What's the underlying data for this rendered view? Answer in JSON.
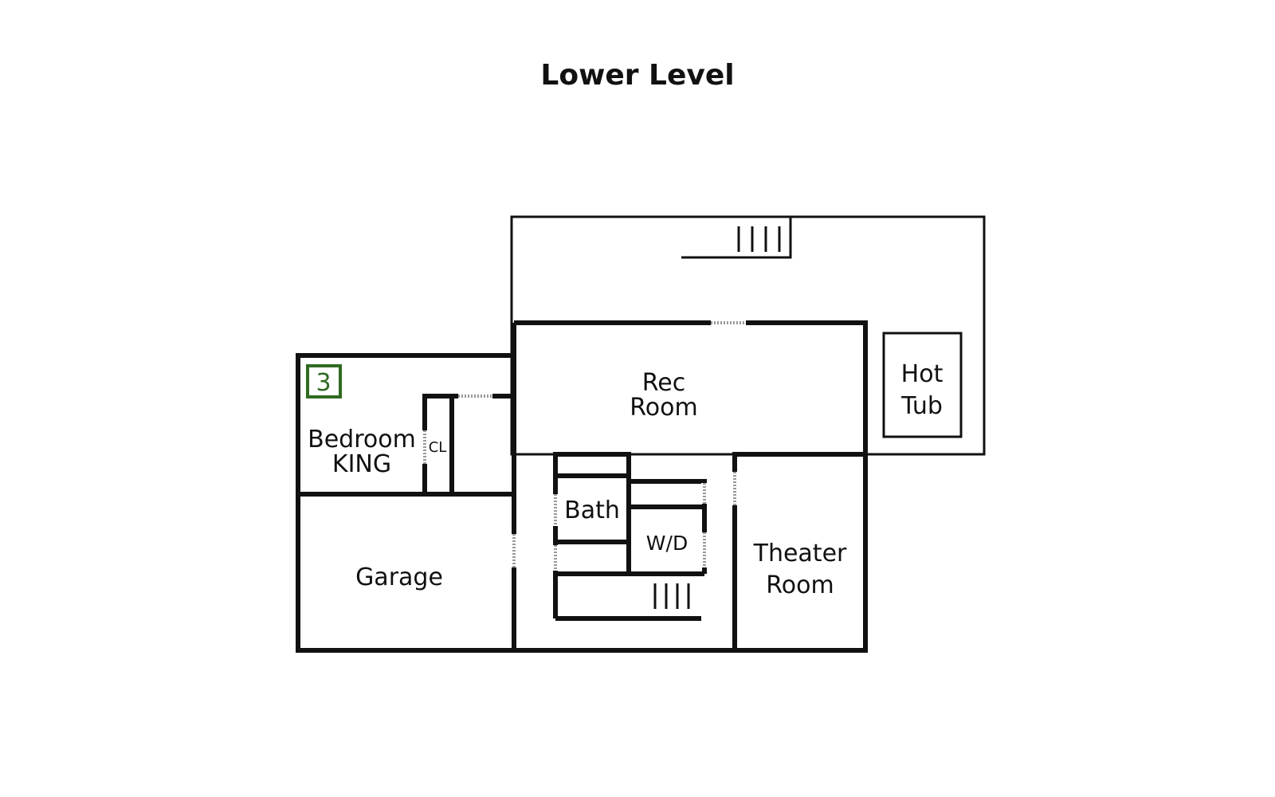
{
  "plan": {
    "title": "Lower Level",
    "bedroom_badge": "3",
    "badge_color": "#2e6b22",
    "rooms": {
      "bedroom_line1": "Bedroom",
      "bedroom_line2": "KING",
      "closet": "CL",
      "garage": "Garage",
      "rec_line1": "Rec",
      "rec_line2": "Room",
      "bath": "Bath",
      "wd": "W/D",
      "theater_line1": "Theater",
      "theater_line2": "Room",
      "hottub_line1": "Hot",
      "hottub_line2": "Tub"
    }
  }
}
